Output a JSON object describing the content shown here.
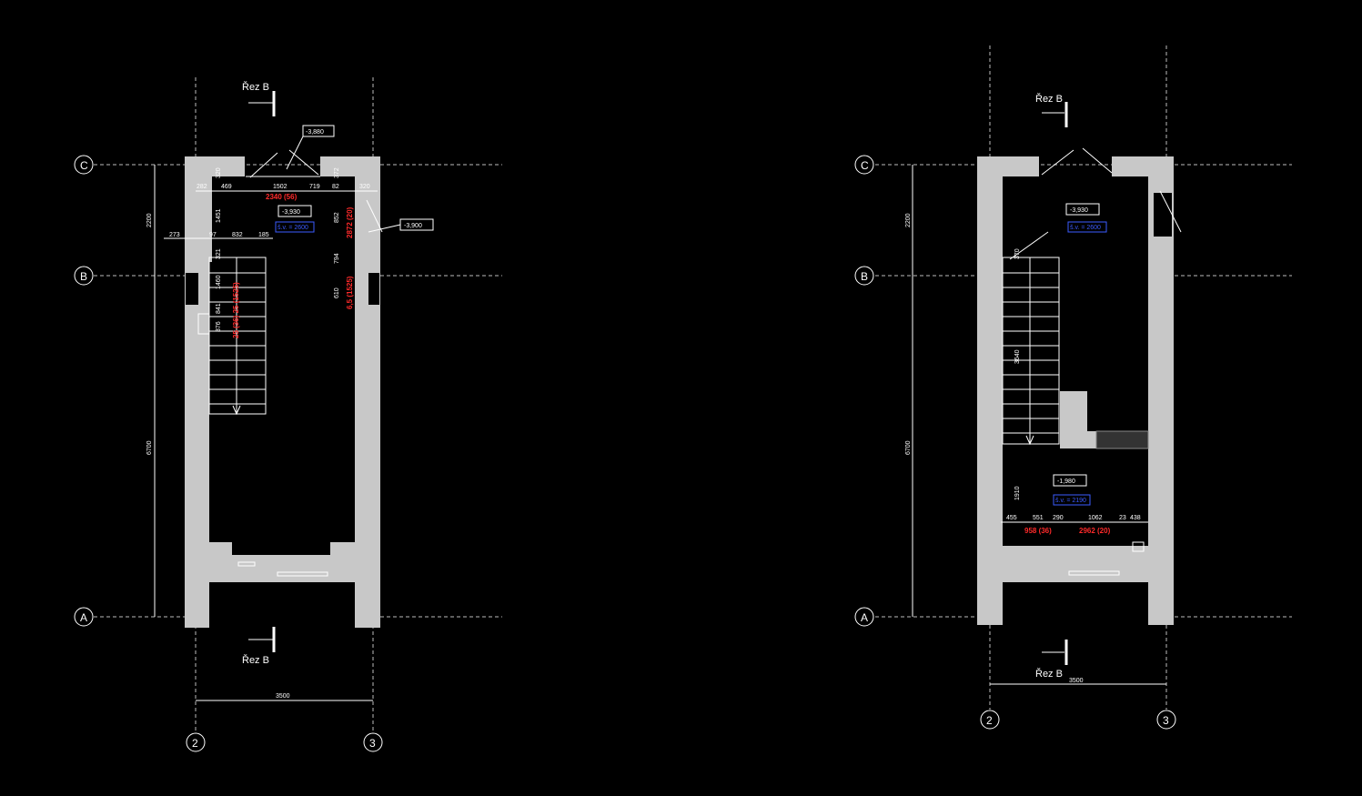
{
  "plan_left": {
    "section_top": "Řez B",
    "section_bottom": "Řez B",
    "axis_c": "C",
    "axis_b": "B",
    "axis_a": "A",
    "axis_2": "2",
    "axis_3": "3",
    "level_top": "-3,880",
    "level_room": "-3,930",
    "level_right": "-3,900",
    "height_label": "š.v. = 2600",
    "dim_width": "3500",
    "dim_vert_top": "2200",
    "dim_vert_bottom": "6700",
    "dims_row1": [
      "282",
      "469",
      "1502",
      "719",
      "82",
      "320"
    ],
    "dims_row2": [
      "273",
      "97",
      "832",
      "185"
    ],
    "dim_red_top": "2340 (56)",
    "dim_red_right_a": "2872 (20)",
    "dim_red_right_b": "6,5 (1525)",
    "dim_red_stair": "25 (36) 25 (1525)",
    "dims_left_vert": [
      "320",
      "1451",
      "321",
      "1460",
      "376",
      "841"
    ],
    "dims_right_vert": [
      "372",
      "852",
      "794",
      "610"
    ]
  },
  "plan_right": {
    "section_top": "Řez B",
    "section_bottom": "Řez B",
    "axis_c": "C",
    "axis_b": "B",
    "axis_a": "A",
    "axis_2": "2",
    "axis_3": "3",
    "level_room": "-3,930",
    "height_label": "š.v. = 2600",
    "level_lower": "-1,980",
    "height_label_lower": "š.v. = 2190",
    "dim_width": "3500",
    "dim_vert_top": "2200",
    "dim_vert_bottom": "6700",
    "dim_stair": "3640",
    "dim_left_low": "1910",
    "dim_small": "370",
    "dims_row": [
      "455",
      "551",
      "290",
      "1062",
      "23",
      "438"
    ],
    "dim_red_a": "958 (36)",
    "dim_red_b": "2962 (20)"
  }
}
